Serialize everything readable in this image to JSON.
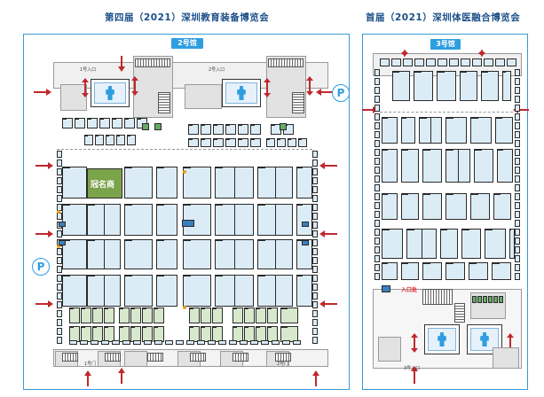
{
  "left": {
    "title": "第四届（2021）深圳教育装备博览会",
    "hall_tag": "2号馆",
    "featured_booth": "冠名商",
    "gate_label": "1号门",
    "gate_label_b": "2号门",
    "entrance_label": "1号入口",
    "entrance_label_b": "2号入口"
  },
  "right": {
    "title": "首届（2021）深圳体医融合博览会",
    "hall_tag": "3号馆",
    "special_label": "入口处",
    "entrance_label": "3号入口"
  },
  "icons": {
    "parking": "P",
    "restroom": "restroom-icon",
    "arrow": "red-arrow-icon"
  },
  "colors": {
    "accent": "#2f9ee0",
    "title": "#1a4f8a",
    "booth": "#dcecf7",
    "booth_green": "#d7e8cc",
    "featured": "#7ba34a",
    "arrow": "#c0282d"
  }
}
